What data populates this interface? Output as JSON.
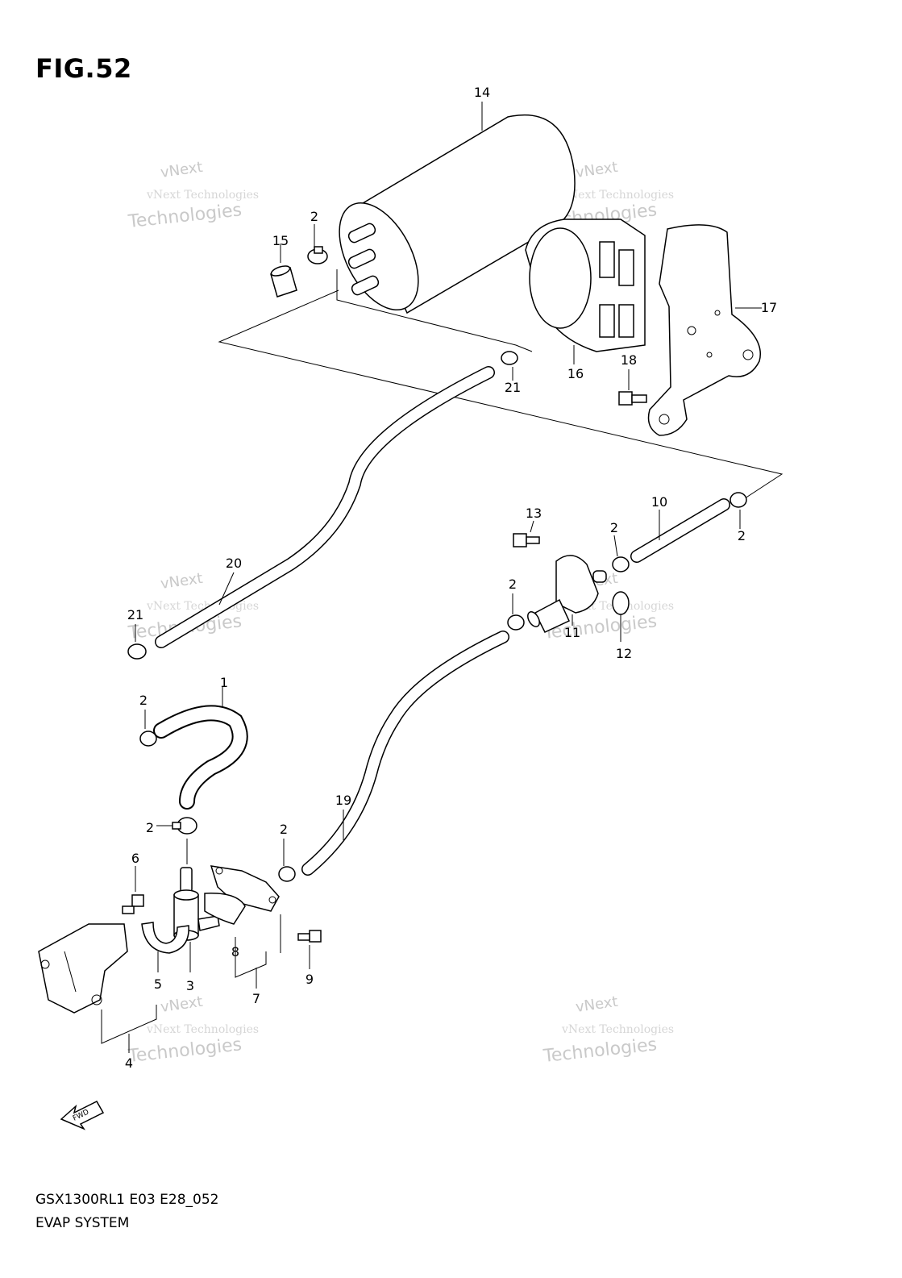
{
  "figure": {
    "title": "FIG.52"
  },
  "footer": {
    "model_code": "GSX1300RL1 E03 E28_052",
    "section_name": "EVAP SYSTEM"
  },
  "fwd_arrow": {
    "label": "FWD"
  },
  "watermark": {
    "line1": "vNext",
    "line2": "vNext Technologies",
    "line3": "Technologies"
  },
  "callouts": [
    {
      "id": "c14",
      "text": "14"
    },
    {
      "id": "c2a",
      "text": "2"
    },
    {
      "id": "c15",
      "text": "15"
    },
    {
      "id": "c17",
      "text": "17"
    },
    {
      "id": "c16",
      "text": "16"
    },
    {
      "id": "c18",
      "text": "18"
    },
    {
      "id": "c21a",
      "text": "21"
    },
    {
      "id": "c13",
      "text": "13"
    },
    {
      "id": "c10",
      "text": "10"
    },
    {
      "id": "c2b",
      "text": "2"
    },
    {
      "id": "c2c",
      "text": "2"
    },
    {
      "id": "c20",
      "text": "20"
    },
    {
      "id": "c21b",
      "text": "21"
    },
    {
      "id": "c2d",
      "text": "2"
    },
    {
      "id": "c11",
      "text": "11"
    },
    {
      "id": "c12",
      "text": "12"
    },
    {
      "id": "c1",
      "text": "1"
    },
    {
      "id": "c2e",
      "text": "2"
    },
    {
      "id": "c19",
      "text": "19"
    },
    {
      "id": "c2f",
      "text": "2"
    },
    {
      "id": "c2g",
      "text": "2"
    },
    {
      "id": "c6",
      "text": "6"
    },
    {
      "id": "c9",
      "text": "9"
    },
    {
      "id": "c8",
      "text": "8"
    },
    {
      "id": "c5",
      "text": "5"
    },
    {
      "id": "c3",
      "text": "3"
    },
    {
      "id": "c7",
      "text": "7"
    },
    {
      "id": "c4",
      "text": "4"
    }
  ]
}
